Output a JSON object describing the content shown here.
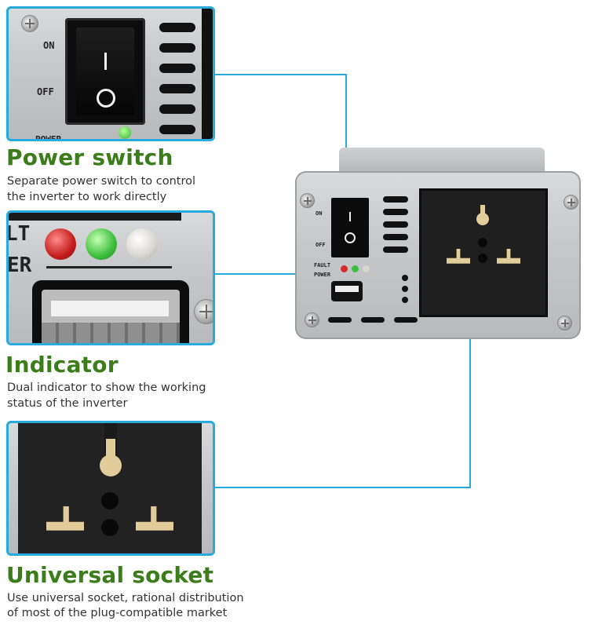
{
  "sections": [
    {
      "title": "Power switch",
      "desc_line1": "Separate power switch to control",
      "desc_line2": "the inverter to work directly"
    },
    {
      "title": "Indicator",
      "desc_line1": "Dual indicator to show the working",
      "desc_line2": "status of the inverter"
    },
    {
      "title": "Universal socket",
      "desc_line1": "Use universal socket, rational distribution",
      "desc_line2": " of most of the plug-compatible market"
    }
  ],
  "device_labels": {
    "on": "ON",
    "off": "OFF",
    "fault": "FAULT",
    "power": "POWER"
  },
  "zoom_labels": {
    "on": "ON",
    "off": "OFF",
    "power": "POWER",
    "fault_partial": "LT",
    "power_partial": "ER"
  },
  "colors": {
    "accent_line": "#2aa9dd",
    "title_green": "#3a7d1a",
    "led_red": "#d42a2a",
    "led_green": "#3cbf3c",
    "led_white": "#d8d6cf"
  },
  "icons": [
    "rocker-switch-icon",
    "usb-port-icon",
    "universal-socket-icon",
    "screw-icon"
  ]
}
